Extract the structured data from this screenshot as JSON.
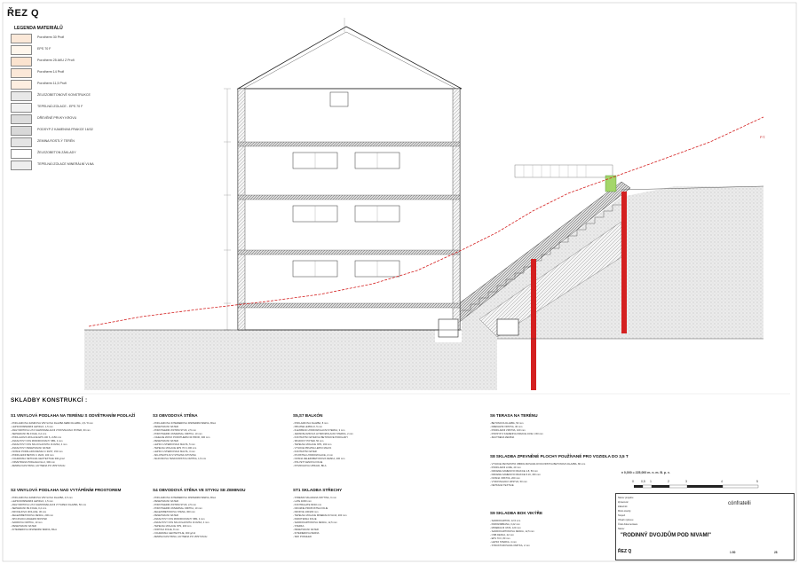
{
  "page": {
    "title": "ŘEZ Q"
  },
  "legend": {
    "title": "LEGENDA MATERIÁLŮ",
    "items": [
      {
        "label": "Porotherm 30 Profi",
        "color": "#fbe8d8"
      },
      {
        "label": "EPS 70 F",
        "color": "#fff6ec"
      },
      {
        "label": "Porotherm 25 AKU Z Profi",
        "color": "#fbe3cf"
      },
      {
        "label": "Porotherm 14 Profi",
        "color": "#fbe8d8"
      },
      {
        "label": "Porotherm 11,5 Profi",
        "color": "#fdeee0"
      },
      {
        "label": "ŽELEZOBETONOVÉ KONSTRUKCE",
        "color": "#e8e8e8"
      },
      {
        "label": "TEPELNÁ IZOLACE - EPS 70 F",
        "color": "#f0f0f0"
      },
      {
        "label": "DŘEVĚNÉ PRVKY KROVU",
        "color": "#dcdcdc"
      },
      {
        "label": "PODSYP Z KAMENIVA FRAKCE 16/32",
        "color": "#d8d8d8"
      },
      {
        "label": "ZEMINA ROSTLÝ TERÉN",
        "color": "#e4e4e4"
      },
      {
        "label": "ŽELEZOBETON ZÁKLADY",
        "color": "#ffffff"
      },
      {
        "label": "TEPELNÁ IZOLACE MINERÁLNÍ VLNA",
        "color": "#eeeeee"
      }
    ]
  },
  "section": {
    "terrain_label": "P.T."
  },
  "skladby": {
    "title": "SKLADBY KONSTRUKCÍ :",
    "s1": {
      "title": "S1 VINYLOVÁ PODLAHA NA TERÉNU S ODVĚTRANÍM PODLAŽÍ",
      "lines": [
        "- POKLÁDKOVÁ ZÁMKOVÁ VINYLOVÁ DLAŽBA NEBO DLAŽBA, 4,5 / 8 mm",
        "- LEPICÍ/DISPERZNÍ LEPIDLO, 1,5 mm",
        "- ANHYDRITOVÁ LITÁ SAMONIVELAČNÍ VYROVNÁVACÍ POTĚR, 60 mm",
        "- SEPARAČNÍ PE FÓLIE, 0,2 mm",
        "- PODLAHOVÁ IZOLACE EPS 100 S, 2x50 mm",
        "- ASFALTOVÝ PÁS MODIFIKOVANÝ SBS, 4 mm",
        "- ASFALTOVÝ PÁS SKLOVLÁKNITÁ VLOŽKA, 4 mm",
        "- ASFALTOVÝ PENETRAČNÍ NÁTĚR",
        "- NOSNÁ PODKLADNÍ DESKA C 30/37, 150 mm",
        "- PODKLADNÍ BETON C 16/20, 100 mm",
        "- OCHRANNÁ NETKANÁ GEOTEXTILIE 300 g/m2",
        "- ODVĚTRANÁ PODLAHA IGLU, 300 mm",
        "- ZEMINA NASYPANÁ, HUTNĚNÁ PO VRSTVÁCH"
      ]
    },
    "s2": {
      "title": "S2 VINYLOVÁ PODLAHA NAD VYTÁPĚNÍM PROSTOREM",
      "lines": [
        "- POKLÁDKOVÁ ZÁMKOVÁ VINYLOVÁ DLAŽBA, 4,5 mm",
        "- LEPICÍ/DISPERZNÍ LEPIDLO, 1,5 mm",
        "- ANHYDRITOVÁ LITÁ SAMONIVELAČNÍ VYTÁPĚCÍ DLAŽBA, 50 mm",
        "- SEPARAČNÍ PE FÓLIE, 0,2 mm",
        "- KROČEJOVÁ IZOLACE, 30 mm",
        "- ŽELEZOBETONOVÁ DESKA, 200 mm",
        "- SPOJOVACÍ ADHEZNÍ MŮSTEK",
        "- SÁDROVÁ OMÍTKA, 10 mm",
        "- PENETRAČNÍ NÁTĚR",
        "- INTERIÉROVÁ DISPERZNÍ BARVA, BÍLÁ"
      ]
    },
    "s3": {
      "title": "S3 OBVODOVÁ STĚNA",
      "lines": [
        "- POKLÁDKOVÁ INTERIÉROVÁ DISPERZNÍ BARVA, BÍLÁ",
        "- PENETRAČNÍ NÁTĚR",
        "- POROTHERM VNITŘNÍ ŠTUK, 2,5 mm",
        "- POROTHERM UNIVERSAL OMÍTKA, 10 mm",
        "- CIHELNÉ ZDIVO POROTHERM 30 PROFI, 300 mm",
        "- PENETRAČNÍ NÁTĚR",
        "- LEPICÍ A STĚRKOVACÍ MALTA, 5 mm",
        "- TEPELNÁ IZOLACE EPS 70 F, 200 mm",
        "- LEPICÍ A STĚRKOVACÍ MALTA, 3 mm",
        "- SKLOTEXTILNÍ VÝZTUŽNÁ SÍŤOVINA",
        "- SILIKONOVÁ TENKOVRSTVÁ OMÍTKA, 1,5 mm"
      ]
    },
    "s4": {
      "title": "S4 OBVODOVÁ STĚNA VE STYKU SE ZEMINOU",
      "lines": [
        "- POKLÁDKOVÁ INTERIÉROVÁ DISPERZNÍ BARVA, BÍLÁ",
        "- PENETRAČNÍ NÁTĚR",
        "- POROTHERM VNITŘNÍ ŠTUK, 2,5 mm",
        "- POROTHERM UNIVERSAL OMÍTKA, 10 mm",
        "- ŽELEZOBETONOVÁ STĚNA, 300 mm",
        "- PENETRAČNÍ NÁTĚR",
        "- ASFALTOVÝ PÁS MODIFIKOVANÝ SBS, 4 mm",
        "- ASFALTOVÝ PÁS SKLOVLÁKNITÁ VLOŽKA, 4 mm",
        "- TEPELNÁ IZOLACE XPS, 200 mm",
        "- NOPOVÁ FÓLIE, 8 mm",
        "- OCHRANNÁ GEOTEXTILIE, 300 g/m2",
        "- ZEMINA NASYPANÁ, HUTNĚNÁ PO VRSTVÁCH"
      ]
    },
    "s5": {
      "title": "S5,S7 BALKÓN",
      "lines": [
        "- POKLÁDKOVÁ DLAŽBA, 8 mm",
        "- PRUŽNÉ LEPIDLO, 5 mm",
        "- FLEXIBILNÍ HYDROIZOLAČNÍ STĚRKA, 3 mm",
        "- JEDNOSLOŽKOVÁ HYDROIZOLAČNÍ STĚRKA, 2 mm",
        "- KONTAKTNÍ NÁTĚR NA BETONOVÉ PODKLADY",
        "- SPÁDOVÝ POTĚR, 50 mm",
        "- TEPELNÁ IZOLACE XPS, 160 mm",
        "- VYSOCE PRUŽNÁ LEPICÍ MALTA",
        "- KONTAKTNÍ NÁTĚR",
        "- POJISTNÁ HYDROIZOLACE, 2 mm",
        "- NOSNÁ ŽELEZOBETONOVÁ DESKA, 200 mm",
        "- POLYETYLENOVÁ FÓLIE",
        "- POVRCHOVÁ ÚPRAVA, BÍLÁ"
      ]
    },
    "s7": {
      "title": "ST1 SKLADBA STŘECHY",
      "lines": [
        "- STŘEŠNÍ SKLÁDANÁ KRYTINA, 6 mm",
        "- LATĚ 40/60 mm",
        "- KONTRALATĚ 60/40 mm",
        "- DIFUZNĚ PROPUSTNÁ FÓLIE",
        "- KROKVE 100/200 mm",
        "- TEPELNÁ IZOLACE MINERÁLNÍ VLNA, 200 mm",
        "- PAROTĚSNÁ FÓLIE",
        "- SÁDROKARTONOVÁ DESKA, 12,5 mm",
        "- STĚRKA",
        "- PENETRAČNÍ NÁTĚR",
        "- INTERIÉROVÁ BARVA",
        "- SDK PODHLED"
      ]
    },
    "s6": {
      "title": "S6 TERASA NA TERÉNU",
      "lines": [
        "- BETONOVÁ DLAŽBA, 50 mm",
        "- DRENÁŽNÍ VRSTVA, 30 mm",
        "- PODKLADNÍ VRSTVA, 100 mm",
        "- PODSYP Z KAMENIVA FRAKCE 16/32, 150 mm",
        "- ZHUTNĚNÁ ZEMINA"
      ]
    },
    "s8": {
      "title": "S8 SKLADBA ZPEVNĚNÉ PLOCHY POUŽÍVANÉ PRO VOZIDLA DO 3,5 T",
      "lines": [
        "- VYSOCE PEVNOSTNÍ VIBROLISOVANÁ DVOUVRSTVÁ BETONOVÁ DLAŽBA, 80 mm",
        "- PODKLADNÍ LOŽE, 40 mm",
        "- DRCENÉ KAMENIVO FRAKCE 4-8, 50 mm",
        "- DRCENÉ KAMENIVO FRAKCE 8-16, 150 mm",
        "- NOSNÁ VRSTVA, 200 mm",
        "- VYROVNÁVACÍ VRSTVA, 50 mm",
        "- NETKANÁ TEXTILIE"
      ]
    },
    "s9": {
      "title": "S9 SKLADBA BOK VIKÝŘE",
      "lines": [
        "- SÁDROKARTON, 12,5 mm",
        "- PAROZÁBRANA, 0,22 mm",
        "- MINERÁLNÍ VATA, 120 mm",
        "- SÁDROKARTONOVÁ DESKA, 12,5 mm",
        "- OSB DESKA, 22 mm",
        "- EPS 70 F, 80 mm",
        "- LEPICÍ STĚRKA, 4 mm",
        "- STRUKTUROVANÁ OMÍTKA, 2 mm"
      ]
    }
  },
  "scale": {
    "label": "± 0,000 = 225,000 m. n. m. B. p. v.",
    "ticks": [
      "0",
      "0,5",
      "1",
      "2",
      "3",
      "4",
      "5"
    ]
  },
  "titleblock": {
    "project": "\"RODINNÝ DVOJDŮM POD NIVAMI\"",
    "drawing": "ŘEZ Q",
    "scale": "1:50",
    "number": "28",
    "logo": "cónfratelli",
    "rows": [
      "Název projektu",
      "Zpracoval",
      "Zákazník",
      "Místo stavby",
      "Stupeň",
      "Obsah výkresu",
      "Číslo dokumentace",
      "Název"
    ]
  }
}
